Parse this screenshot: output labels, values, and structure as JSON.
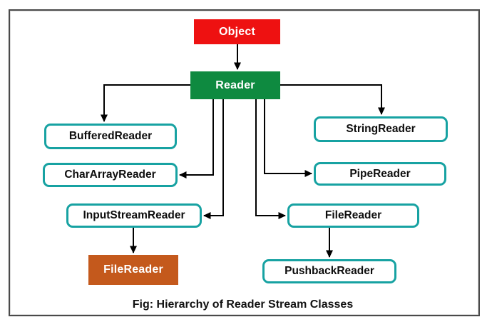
{
  "figure": {
    "caption": "Fig: Hierarchy of Reader Stream Classes"
  },
  "colors": {
    "object_box": "#ee1111",
    "reader_box": "#0e8a40",
    "subclass_box": "#c4591c",
    "outline": "#17a2a2",
    "line": "#000000",
    "frame": "#4a4a4a"
  },
  "nodes": {
    "object": {
      "label": "Object"
    },
    "reader": {
      "label": "Reader"
    },
    "buffered_reader": {
      "label": "BufferedReader"
    },
    "char_array_reader": {
      "label": "CharArrayReader"
    },
    "input_stream_reader": {
      "label": "InputStreamReader"
    },
    "file_reader_child": {
      "label": "FileReader"
    },
    "string_reader": {
      "label": "StringReader"
    },
    "pipe_reader": {
      "label": "PipeReader"
    },
    "file_reader": {
      "label": "FileReader"
    },
    "pushback_reader": {
      "label": "PushbackReader"
    }
  },
  "edges": [
    {
      "from": "Object",
      "to": "Reader"
    },
    {
      "from": "Reader",
      "to": "BufferedReader"
    },
    {
      "from": "Reader",
      "to": "CharArrayReader"
    },
    {
      "from": "Reader",
      "to": "InputStreamReader"
    },
    {
      "from": "Reader",
      "to": "StringReader"
    },
    {
      "from": "Reader",
      "to": "PipeReader"
    },
    {
      "from": "Reader",
      "to": "FileReader"
    },
    {
      "from": "InputStreamReader",
      "to": "FileReader"
    },
    {
      "from": "FileReader",
      "to": "PushbackReader"
    }
  ]
}
